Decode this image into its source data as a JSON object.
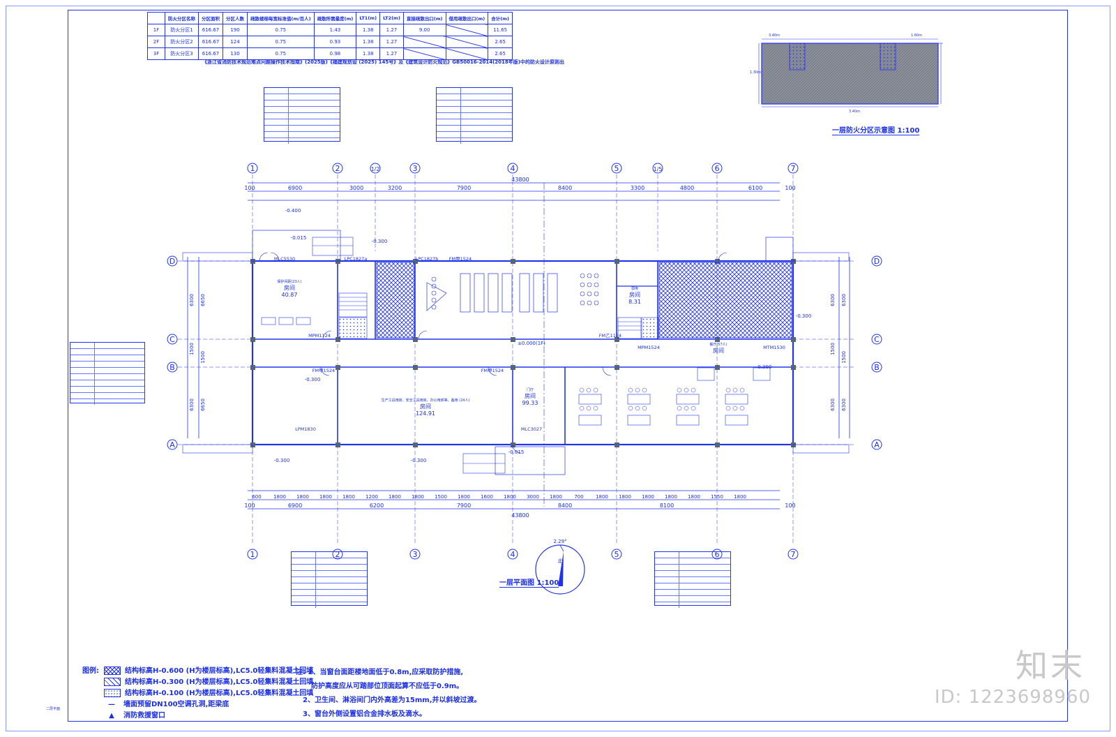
{
  "summary_table": {
    "header": [
      "防火分区名称",
      "分区面积",
      "分区人数",
      "疏散楼梯每宽标准值(m/百人)",
      "疏散所需最度(m)",
      "LT1(m)",
      "LT2(m)",
      "直接疏散出口(m)",
      "借用疏散出口(m)",
      "合计(m)"
    ],
    "rows": [
      {
        "floor": "1F",
        "name": "防火分区1",
        "area": "616.67",
        "people": "190",
        "std": "0.75",
        "need": "1.43",
        "lt1": "1.38",
        "lt2": "1.27",
        "direct": "9.00",
        "borrow": "",
        "total": "11.65"
      },
      {
        "floor": "2F",
        "name": "防火分区2",
        "area": "616.67",
        "people": "124",
        "std": "0.75",
        "need": "0.93",
        "lt1": "1.38",
        "lt2": "1.27",
        "direct": "",
        "borrow": "",
        "total": "2.65"
      },
      {
        "floor": "3F",
        "name": "防火分区3",
        "area": "616.67",
        "people": "130",
        "std": "0.75",
        "need": "0.98",
        "lt1": "1.38",
        "lt2": "1.27",
        "direct": "",
        "borrow": "",
        "total": "2.65"
      }
    ],
    "note": "《浙江省消防技术规范难点问题操作技术指南》(2025版)《福建规划设 (2025) 145号》及《建筑设计防火规范》GB50016-2014(2018年版)中的防火设计原则出"
  },
  "axes_top": [
    "1",
    "2",
    "1/2",
    "3",
    "4",
    "5",
    "1/5",
    "6",
    "7"
  ],
  "axes_bottom": [
    "1",
    "2",
    "3",
    "4",
    "5",
    "6",
    "7"
  ],
  "axes_side": [
    "D",
    "C",
    "B",
    "A"
  ],
  "dims": {
    "overall": "43800",
    "top_row": [
      "100",
      "6900",
      "3000",
      "3200",
      "7900",
      "8400",
      "3300",
      "4800",
      "6100",
      "100"
    ],
    "bottom_row": [
      "100",
      "6900",
      "6200",
      "7900",
      "8400",
      "8100",
      "100"
    ],
    "left_side": [
      "6300",
      "6650",
      "1500",
      "1500",
      "6300",
      "6650"
    ],
    "right_side": [
      "6300",
      "6300",
      "1500",
      "1500",
      "6300",
      "6300"
    ],
    "bottom_detail": [
      "600",
      "1800",
      "1800",
      "1800",
      "1800",
      "1200",
      "1800",
      "1800",
      "1500",
      "1800",
      "1600",
      "1800",
      "3000",
      "1800",
      "700",
      "1800",
      "1800",
      "1800",
      "1800",
      "1800",
      "1550",
      "1800"
    ]
  },
  "rooms": [
    {
      "id": "r1",
      "name": "房间",
      "area": "40.87",
      "sub": "保护间距(23人)"
    },
    {
      "id": "r2",
      "name": "房间",
      "area": "124.91",
      "sub": "生产工具用房、安全工具用房、办公用房等、备用 (24人)"
    },
    {
      "id": "r3",
      "name": "房间",
      "area": "99.33",
      "sub": "门厅"
    },
    {
      "id": "r4",
      "name": "房间",
      "area": "8.31",
      "sub": "弱电"
    },
    {
      "id": "r5",
      "name": "房间",
      "area": "",
      "sub": "餐厅(57人)"
    }
  ],
  "door_labels": [
    "MLC5530",
    "LPC1827a",
    "LPC1827b",
    "MPM1124",
    "FM甲1524",
    "FM甲1524",
    "LPM1830",
    "MLC3027",
    "FM乙1124",
    "MPM1524",
    "MTM1530",
    "FM甲1524"
  ],
  "level_marks": [
    "-0.015",
    "-0.300",
    "-0.300",
    "-0.015",
    "-0.300",
    "±0.000(1F)",
    "-0.300",
    "-0.300",
    "-0.300",
    "-0.400"
  ],
  "plan_title": "一层平面图 1:100",
  "mini_plan": {
    "title": "一层防火分区示意图 1:100",
    "dims": [
      "3.40m",
      "1.60m",
      "1.30m",
      "3.40m"
    ]
  },
  "north": {
    "angle_label": "2.29°",
    "label": "北"
  },
  "legend": {
    "title": "图例:",
    "items": [
      "结构标高H-0.600 (H为楼层标高),LC5.0轻集料混凝土回填",
      "结构标高H-0.300 (H为楼层标高),LC5.0轻集料混凝土回填",
      "结构标高H-0.100 (H为楼层标高),LC5.0轻集料混凝土回填",
      "墙面预留DN100空调孔洞,距梁底",
      "消防救援窗口"
    ]
  },
  "notes": [
    "注: 1、当窗台面距楼地面低于0.8m,应采取防护措施,",
    "防护高度应从可踏部位顶面起算不应低于0.9m。",
    "2、卫生间、淋浴间门内外高差为15mm,并以斜坡过渡。",
    "3、窗台外侧设置铝合金排水板及滴水。"
  ],
  "watermark": {
    "brand": "知末",
    "id": "ID: 1223698960"
  },
  "corner_label": "二层平面"
}
